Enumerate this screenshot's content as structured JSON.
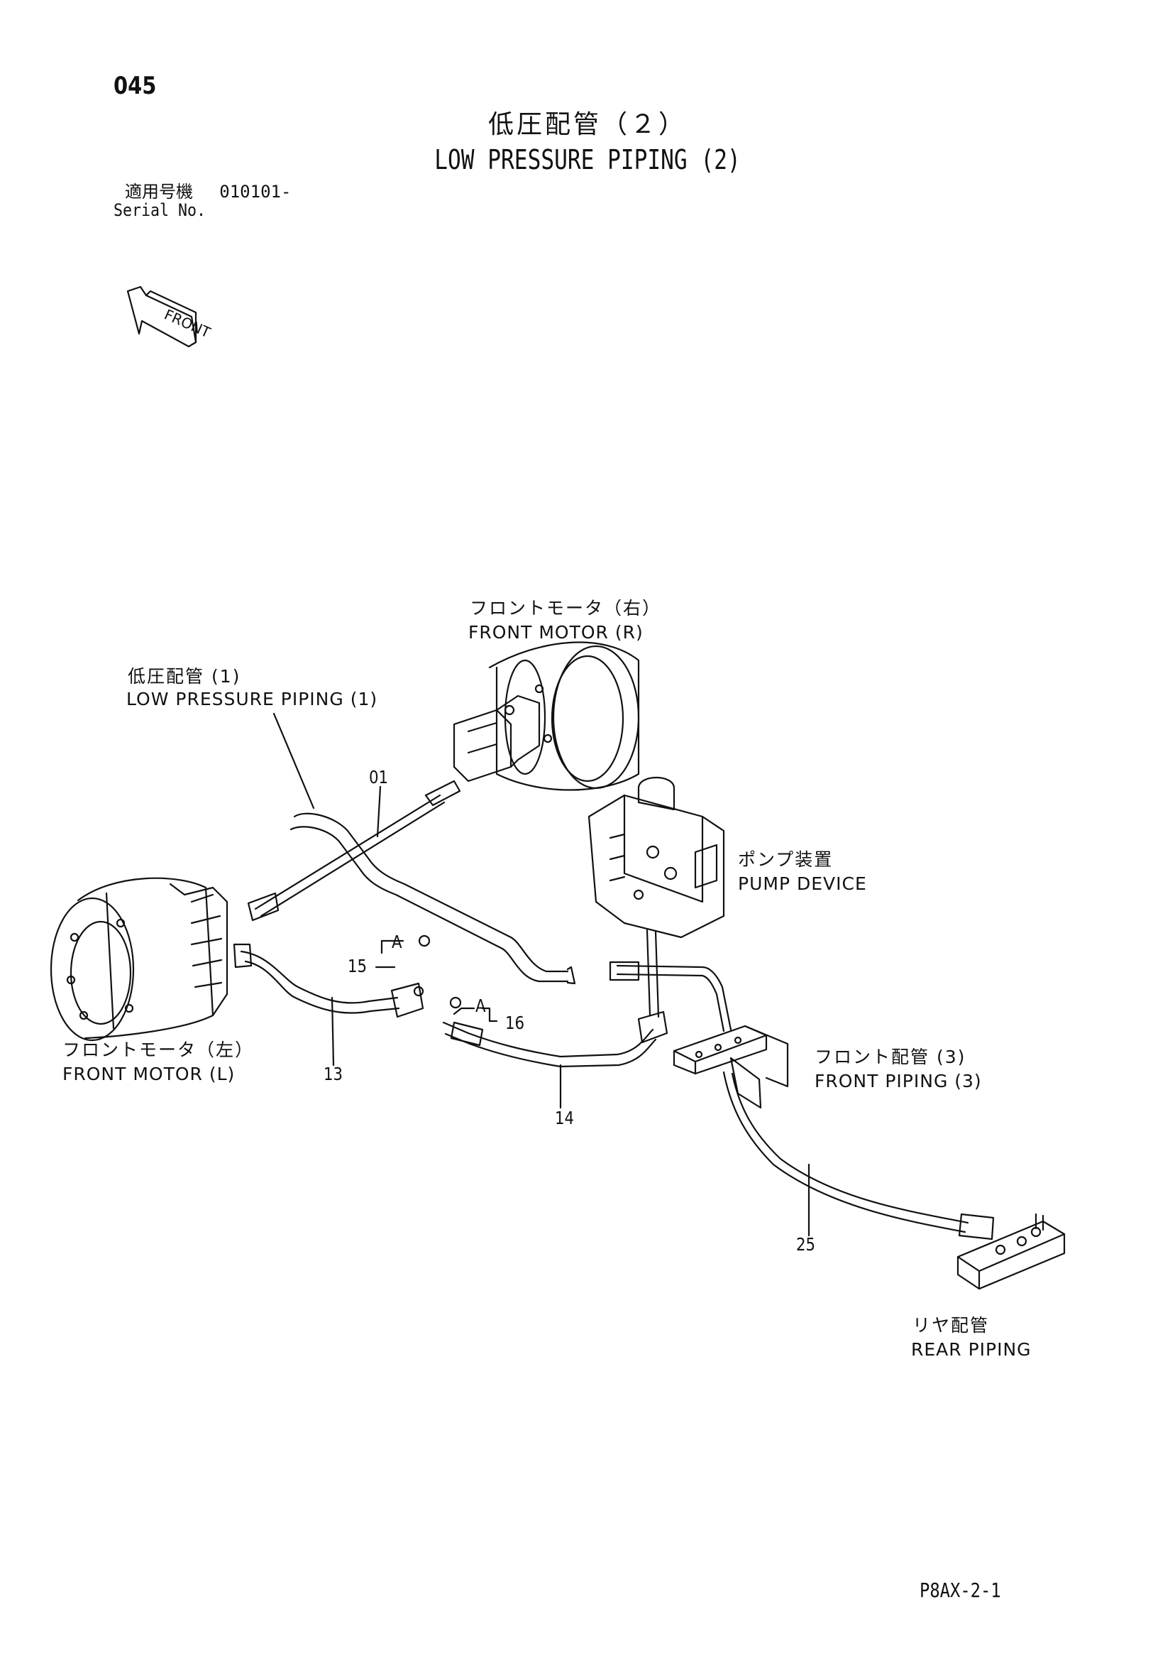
{
  "header": {
    "page_number": "045",
    "title_jp": "低圧配管（２）",
    "title_en": "LOW PRESSURE PIPING (2)",
    "serial_label_jp": "適用号機",
    "serial_value": "010101-",
    "serial_label_en": "Serial No."
  },
  "front_indicator": {
    "label": "FRONT",
    "icon": "front-arrow-icon"
  },
  "callouts": {
    "front_motor_r": {
      "jp": "フロントモータ（右）",
      "en": "FRONT MOTOR (R)"
    },
    "low_pressure_piping_1": {
      "jp": "低圧配管 (1)",
      "en": "LOW PRESSURE PIPING (1)"
    },
    "pump_device": {
      "jp": "ポンプ装置",
      "en": "PUMP DEVICE"
    },
    "front_motor_l": {
      "jp": "フロントモータ（左）",
      "en": "FRONT MOTOR (L)"
    },
    "front_piping_3": {
      "jp": "フロント配管 (3)",
      "en": "FRONT PIPING (3)"
    },
    "rear_piping": {
      "jp": "リヤ配管",
      "en": "REAR PIPING"
    }
  },
  "part_numbers": {
    "p01": "01",
    "p13": "13",
    "p14": "14",
    "p15": "15",
    "p16": "16",
    "p25": "25"
  },
  "detail_marks": {
    "a1": "A",
    "a2": "A"
  },
  "footer": {
    "doc_code": "P8AX-2-1"
  }
}
